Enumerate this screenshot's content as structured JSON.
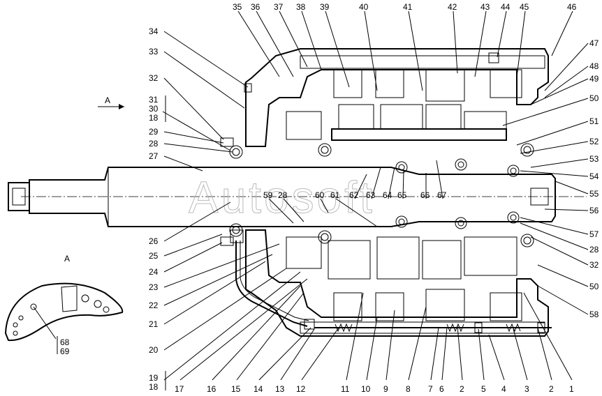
{
  "view": {
    "arrow_label": "A",
    "inset_label": "A",
    "watermark": "Autosoft"
  },
  "callouts": [
    {
      "id": "35",
      "text": "35"
    },
    {
      "id": "36",
      "text": "36"
    },
    {
      "id": "37",
      "text": "37"
    },
    {
      "id": "38",
      "text": "38"
    },
    {
      "id": "39",
      "text": "39"
    },
    {
      "id": "40",
      "text": "40"
    },
    {
      "id": "41",
      "text": "41"
    },
    {
      "id": "42",
      "text": "42"
    },
    {
      "id": "43",
      "text": "43"
    },
    {
      "id": "44",
      "text": "44"
    },
    {
      "id": "45",
      "text": "45"
    },
    {
      "id": "46",
      "text": "46"
    },
    {
      "id": "34",
      "text": "34"
    },
    {
      "id": "33",
      "text": "33"
    },
    {
      "id": "32a",
      "text": "32"
    },
    {
      "id": "31",
      "text": "31"
    },
    {
      "id": "30",
      "text": "30"
    },
    {
      "id": "18a",
      "text": "18"
    },
    {
      "id": "29",
      "text": "29"
    },
    {
      "id": "28a",
      "text": "28"
    },
    {
      "id": "27",
      "text": "27"
    },
    {
      "id": "26",
      "text": "26"
    },
    {
      "id": "25",
      "text": "25"
    },
    {
      "id": "24",
      "text": "24"
    },
    {
      "id": "23",
      "text": "23"
    },
    {
      "id": "22",
      "text": "22"
    },
    {
      "id": "21",
      "text": "21"
    },
    {
      "id": "20",
      "text": "20"
    },
    {
      "id": "19",
      "text": "19"
    },
    {
      "id": "18b",
      "text": "18"
    },
    {
      "id": "17",
      "text": "17"
    },
    {
      "id": "16",
      "text": "16"
    },
    {
      "id": "15",
      "text": "15"
    },
    {
      "id": "14",
      "text": "14"
    },
    {
      "id": "13",
      "text": "13"
    },
    {
      "id": "12",
      "text": "12"
    },
    {
      "id": "11",
      "text": "11"
    },
    {
      "id": "10",
      "text": "10"
    },
    {
      "id": "9",
      "text": "9"
    },
    {
      "id": "8",
      "text": "8"
    },
    {
      "id": "7",
      "text": "7"
    },
    {
      "id": "6",
      "text": "6"
    },
    {
      "id": "2a",
      "text": "2"
    },
    {
      "id": "5",
      "text": "5"
    },
    {
      "id": "4",
      "text": "4"
    },
    {
      "id": "3",
      "text": "3"
    },
    {
      "id": "2b",
      "text": "2"
    },
    {
      "id": "1",
      "text": "1"
    },
    {
      "id": "47",
      "text": "47"
    },
    {
      "id": "48",
      "text": "48"
    },
    {
      "id": "49",
      "text": "49"
    },
    {
      "id": "50a",
      "text": "50"
    },
    {
      "id": "51",
      "text": "51"
    },
    {
      "id": "52",
      "text": "52"
    },
    {
      "id": "53",
      "text": "53"
    },
    {
      "id": "54",
      "text": "54"
    },
    {
      "id": "55",
      "text": "55"
    },
    {
      "id": "56",
      "text": "56"
    },
    {
      "id": "57",
      "text": "57"
    },
    {
      "id": "28b",
      "text": "28"
    },
    {
      "id": "32b",
      "text": "32"
    },
    {
      "id": "50b",
      "text": "50"
    },
    {
      "id": "58",
      "text": "58"
    },
    {
      "id": "59",
      "text": "59"
    },
    {
      "id": "28c",
      "text": "28"
    },
    {
      "id": "60",
      "text": "60"
    },
    {
      "id": "61",
      "text": "61"
    },
    {
      "id": "62",
      "text": "62"
    },
    {
      "id": "63",
      "text": "63"
    },
    {
      "id": "64",
      "text": "64"
    },
    {
      "id": "65",
      "text": "65"
    },
    {
      "id": "66",
      "text": "66"
    },
    {
      "id": "67",
      "text": "67"
    },
    {
      "id": "68",
      "text": "68"
    },
    {
      "id": "69",
      "text": "69"
    }
  ]
}
